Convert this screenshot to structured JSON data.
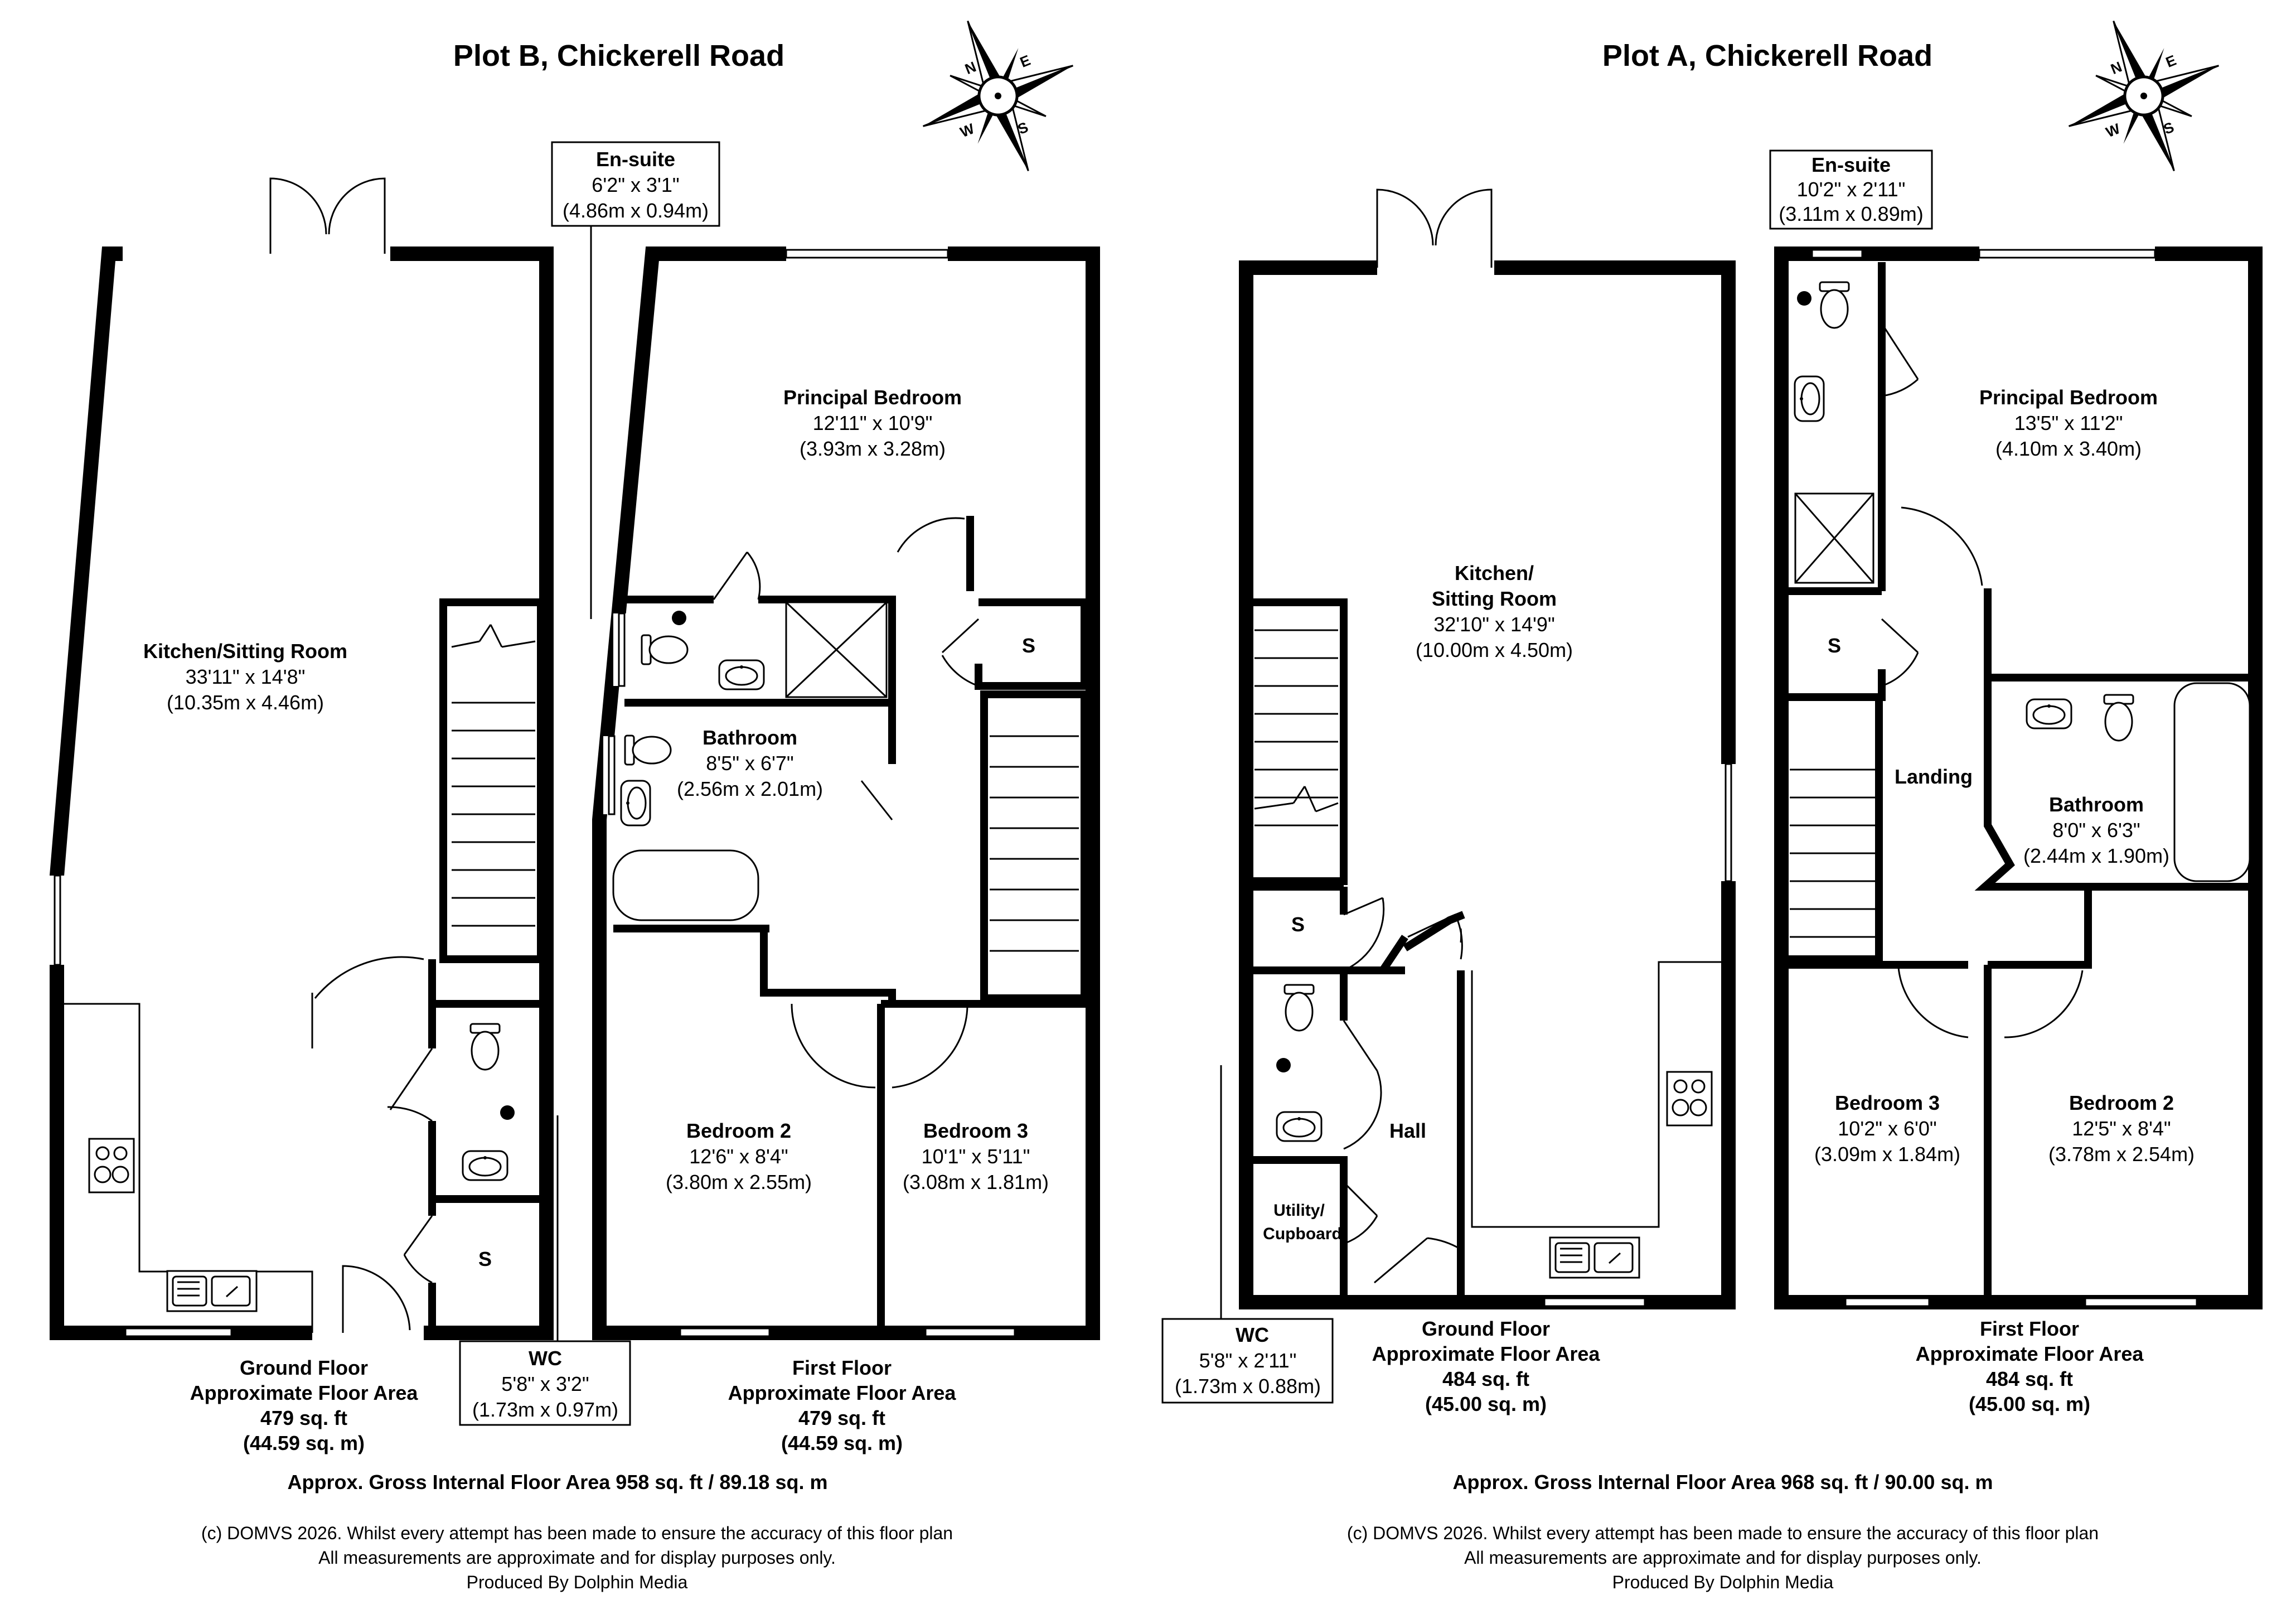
{
  "plots": [
    {
      "title": "Plot B, Chickerell Road",
      "rooms": {
        "kitchen": {
          "name": "Kitchen/Sitting Room",
          "dim_imperial": "33'11\" x 14'8\"",
          "dim_metric": "(10.35m x 4.46m)"
        },
        "principal": {
          "name": "Principal Bedroom",
          "dim_imperial": "12'11\" x 10'9\"",
          "dim_metric": "(3.93m x 3.28m)"
        },
        "ensuite": {
          "name": "En-suite",
          "dim_imperial": "6'2\" x 3'1\"",
          "dim_metric": "(4.86m x 0.94m)"
        },
        "bathroom": {
          "name": "Bathroom",
          "dim_imperial": "8'5\" x 6'7\"",
          "dim_metric": "(2.56m x 2.01m)"
        },
        "bedroom2": {
          "name": "Bedroom 2",
          "dim_imperial": "12'6\" x 8'4\"",
          "dim_metric": "(3.80m x 2.55m)"
        },
        "bedroom3": {
          "name": "Bedroom 3",
          "dim_imperial": "10'1\" x 5'11\"",
          "dim_metric": "(3.08m x 1.81m)"
        },
        "wc": {
          "name": "WC",
          "dim_imperial": "5'8\" x 3'2\"",
          "dim_metric": "(1.73m x 0.97m)"
        },
        "s_ground": "S",
        "s_first": "S"
      },
      "ground": {
        "line1": "Ground Floor",
        "line2": "Approximate Floor Area",
        "line3": "479 sq. ft",
        "line4": "(44.59 sq. m)"
      },
      "first": {
        "line1": "First Floor",
        "line2": "Approximate Floor Area",
        "line3": "479 sq. ft",
        "line4": "(44.59 sq. m)"
      },
      "gross": "Approx. Gross Internal Floor Area 958 sq. ft / 89.18 sq. m",
      "copyright": [
        "(c) DOMVS 2026. Whilst every attempt has been made to ensure the accuracy of this floor plan",
        "All measurements are approximate and for display purposes only.",
        "Produced By Dolphin Media"
      ]
    },
    {
      "title": "Plot A, Chickerell Road",
      "rooms": {
        "kitchen": {
          "name1": "Kitchen/",
          "name2": "Sitting Room",
          "dim_imperial": "32'10\" x 14'9\"",
          "dim_metric": "(10.00m x 4.50m)"
        },
        "principal": {
          "name": "Principal Bedroom",
          "dim_imperial": "13'5\" x 11'2\"",
          "dim_metric": "(4.10m x 3.40m)"
        },
        "ensuite": {
          "name": "En-suite",
          "dim_imperial": "10'2\" x 2'11\"",
          "dim_metric": "(3.11m x 0.89m)"
        },
        "bathroom": {
          "name": "Bathroom",
          "dim_imperial": "8'0\" x 6'3\"",
          "dim_metric": "(2.44m x 1.90m)"
        },
        "bedroom2": {
          "name": "Bedroom 2",
          "dim_imperial": "12'5\" x 8'4\"",
          "dim_metric": "(3.78m x 2.54m)"
        },
        "bedroom3": {
          "name": "Bedroom 3",
          "dim_imperial": "10'2\" x 6'0\"",
          "dim_metric": "(3.09m x 1.84m)"
        },
        "wc": {
          "name": "WC",
          "dim_imperial": "5'8\" x 2'11\"",
          "dim_metric": "(1.73m x 0.88m)"
        },
        "hall": "Hall",
        "landing": "Landing",
        "utility1": "Utility/",
        "utility2": "Cupboard",
        "s_ground": "S",
        "s_first": "S"
      },
      "ground": {
        "line1": "Ground Floor",
        "line2": "Approximate Floor Area",
        "line3": "484 sq. ft",
        "line4": "(45.00 sq. m)"
      },
      "first": {
        "line1": "First Floor",
        "line2": "Approximate Floor Area",
        "line3": "484 sq. ft",
        "line4": "(45.00 sq. m)"
      },
      "gross": "Approx. Gross Internal Floor Area 968 sq. ft / 90.00 sq. m",
      "copyright": [
        "(c) DOMVS 2026. Whilst every attempt has been made to ensure the accuracy of this floor plan",
        "All measurements are approximate and for display purposes only.",
        "Produced By Dolphin Media"
      ]
    }
  ],
  "compass": {
    "n": "N",
    "e": "E",
    "s": "S",
    "w": "W"
  },
  "icons": [
    "compass-rose-icon",
    "door-swing-icon",
    "toilet-icon",
    "basin-icon",
    "shower-tray-icon",
    "bathtub-icon",
    "hob-icon",
    "sink-icon",
    "stairs-icon"
  ]
}
